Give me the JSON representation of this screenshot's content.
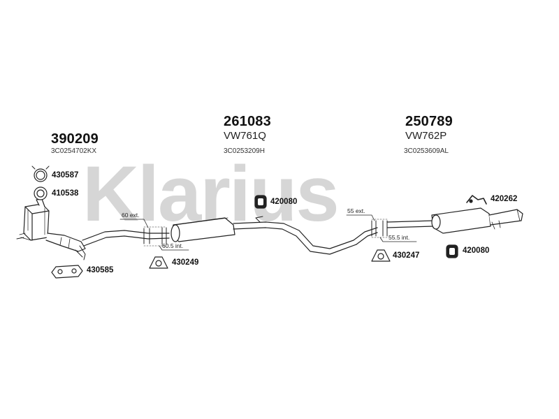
{
  "watermark": "Klarius",
  "groups": [
    {
      "number": "390209",
      "oem": "3C0254702KX"
    },
    {
      "number": "261083",
      "model": "VW761Q",
      "oem": "3C0253209H"
    },
    {
      "number": "250789",
      "model": "VW762P",
      "oem": "3C0253609AL"
    }
  ],
  "parts": [
    "430587",
    "410538",
    "430585",
    "430249",
    "420080",
    "430247",
    "420262",
    "420080"
  ],
  "dimensions": [
    "60 ext.",
    "60.5 int.",
    "55 ext.",
    "55.5 int."
  ],
  "colors": {
    "line": "#222222",
    "watermark": "#d6d6d6",
    "pipe_fill": "#ffffff"
  }
}
